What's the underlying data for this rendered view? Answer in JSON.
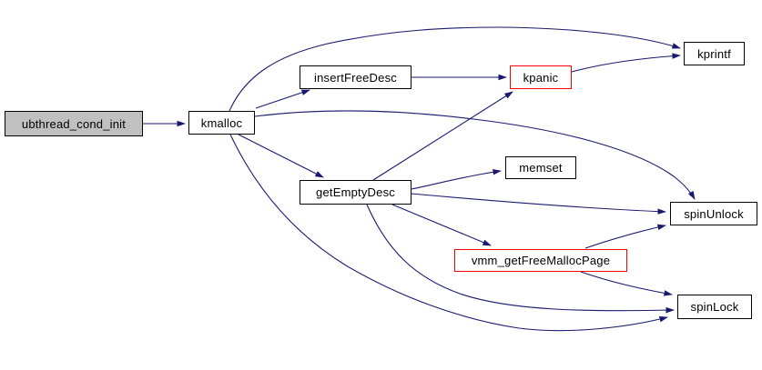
{
  "diagram": {
    "kind": "call-graph",
    "root_function": "ubthread_cond_init"
  },
  "colors": {
    "edge": "#191970",
    "node_border": "#000000",
    "highlighted_node_border": "#ff0000",
    "node_fill": "#ffffff",
    "root_node_fill": "#c0c0c0",
    "background": "#ffffff",
    "text": "#000000"
  },
  "nodes": [
    {
      "id": "ubthread_cond_init",
      "label": "ubthread_cond_init",
      "style": "root"
    },
    {
      "id": "kmalloc",
      "label": "kmalloc",
      "style": "normal"
    },
    {
      "id": "insertFreeDesc",
      "label": "insertFreeDesc",
      "style": "normal"
    },
    {
      "id": "kpanic",
      "label": "kpanic",
      "style": "highlighted"
    },
    {
      "id": "kprintf",
      "label": "kprintf",
      "style": "normal"
    },
    {
      "id": "memset",
      "label": "memset",
      "style": "normal"
    },
    {
      "id": "getEmptyDesc",
      "label": "getEmptyDesc",
      "style": "normal"
    },
    {
      "id": "spinUnlock",
      "label": "spinUnlock",
      "style": "normal"
    },
    {
      "id": "vmm_getFreeMallocPage",
      "label": "vmm_getFreeMallocPage",
      "style": "highlighted"
    },
    {
      "id": "spinLock",
      "label": "spinLock",
      "style": "normal"
    }
  ],
  "edges": [
    {
      "from": "ubthread_cond_init",
      "to": "kmalloc"
    },
    {
      "from": "kmalloc",
      "to": "kprintf"
    },
    {
      "from": "kmalloc",
      "to": "insertFreeDesc"
    },
    {
      "from": "kmalloc",
      "to": "getEmptyDesc"
    },
    {
      "from": "kmalloc",
      "to": "spinUnlock"
    },
    {
      "from": "kmalloc",
      "to": "spinLock"
    },
    {
      "from": "insertFreeDesc",
      "to": "kpanic"
    },
    {
      "from": "kpanic",
      "to": "kprintf"
    },
    {
      "from": "getEmptyDesc",
      "to": "kpanic"
    },
    {
      "from": "getEmptyDesc",
      "to": "memset"
    },
    {
      "from": "getEmptyDesc",
      "to": "spinUnlock"
    },
    {
      "from": "getEmptyDesc",
      "to": "vmm_getFreeMallocPage"
    },
    {
      "from": "getEmptyDesc",
      "to": "spinLock"
    },
    {
      "from": "vmm_getFreeMallocPage",
      "to": "spinUnlock"
    },
    {
      "from": "vmm_getFreeMallocPage",
      "to": "spinLock"
    }
  ]
}
